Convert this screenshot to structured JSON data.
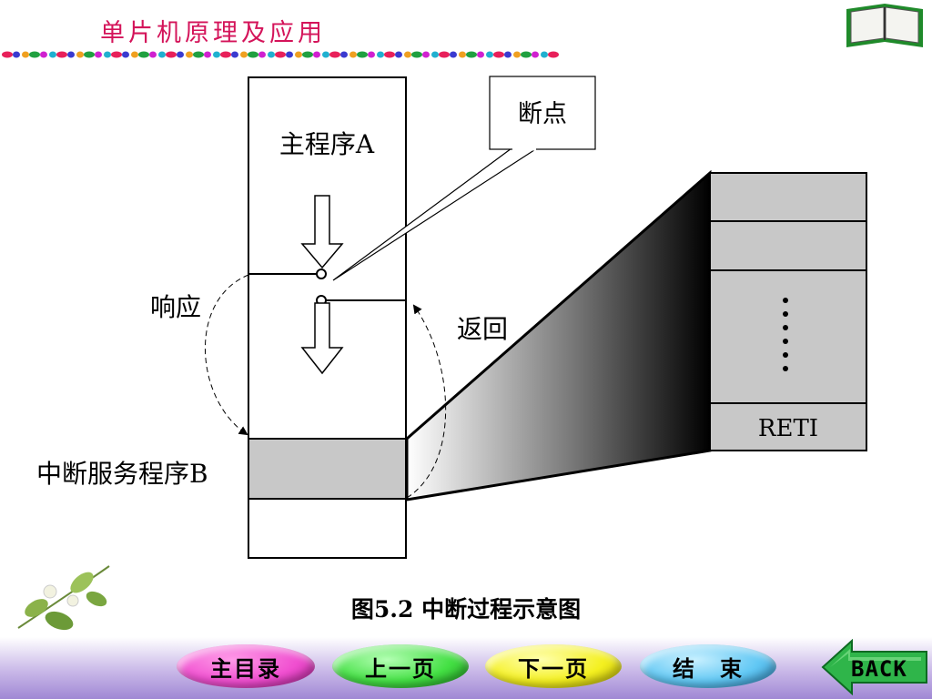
{
  "header": {
    "title": "单片机原理及应用"
  },
  "diagram": {
    "breakpoint": "断点",
    "main_program": "主程序A",
    "respond": "响应",
    "return": "返回",
    "isr": "中断服务程序B",
    "reti": "RETI"
  },
  "caption": "图5.2  中断过程示意图",
  "nav": {
    "main_menu": "主目录",
    "prev": "上一页",
    "next": "下一页",
    "end": "结　束",
    "back": "BACK"
  },
  "colors": {
    "title": "#d4145a",
    "menu_btn": "#f04fd0",
    "prev_btn": "#44e044",
    "next_btn": "#f4f020",
    "end_btn": "#62c8f4",
    "back_arrow": "#2fb54a"
  }
}
